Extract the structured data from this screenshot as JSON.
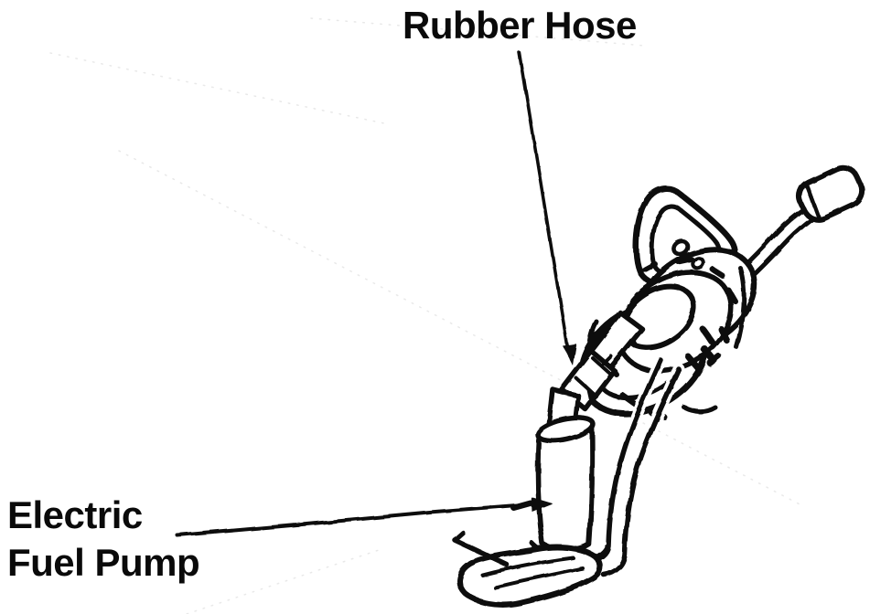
{
  "page": {
    "background_color": "#ffffff",
    "ink_color": "#0a0a0a"
  },
  "labels": {
    "rubber_hose": "Rubber Hose",
    "pump_line1": "Electric",
    "pump_line2": "Fuel Pump"
  },
  "figure": {
    "kind": "scanned-technical-line-drawing",
    "parts": [
      "rubber-hose-callout-arrow",
      "electric-fuel-pump-callout-arrow",
      "mounting-flange-ring",
      "carry-loop",
      "wire-lead-and-connector",
      "outlet-tube",
      "rubber-hose",
      "electric-fuel-pump-body",
      "return-pipe",
      "strainer-foot-bracket"
    ]
  }
}
